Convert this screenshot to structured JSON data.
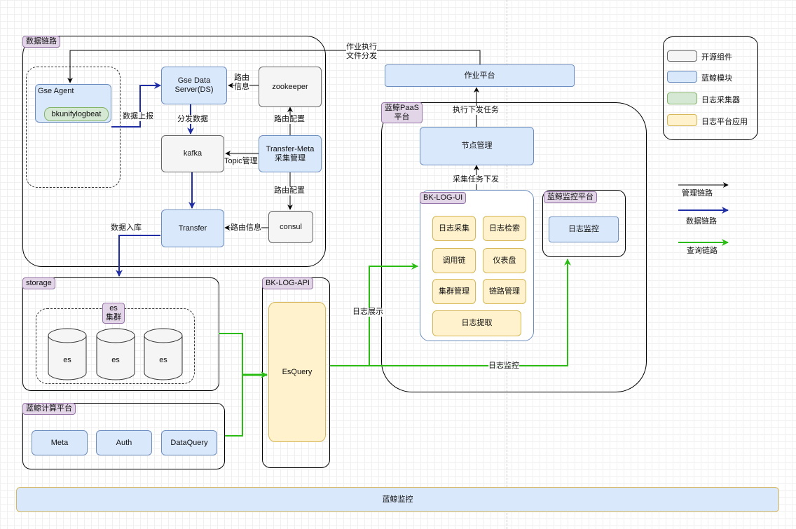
{
  "colors": {
    "open_source": "#f5f5f5",
    "bluewhale_module": "#dae8fc",
    "log_collector": "#d5e8d4",
    "log_platform_app": "#fff2cc",
    "group_tag": "#e1d5e7",
    "manage_link": "#000000",
    "data_link": "#1f2ea5",
    "query_link": "#2bbc14"
  },
  "groups": {
    "data_link": "数据链路",
    "storage": "storage",
    "es_cluster": "es\n集群",
    "compute_platform": "蓝鲸计算平台",
    "bk_log_api": "BK-LOG-API",
    "paas_platform": "蓝鲸PaaS\n平台",
    "bk_log_ui": "BK-LOG-UI",
    "monitor_platform": "蓝鲸监控平台"
  },
  "nodes": {
    "gse_agent": "Gse Agent",
    "bkunifylogbeat": "bkunifylogbeat",
    "gse_data_server": "Gse Data\nServer(DS)",
    "zookeeper": "zookeeper",
    "kafka": "kafka",
    "transfer_meta": "Transfer-Meta\n采集管理",
    "transfer": "Transfer",
    "consul": "consul",
    "es_nodes": [
      "es",
      "es",
      "es"
    ],
    "meta": "Meta",
    "auth": "Auth",
    "dataquery": "DataQuery",
    "esquery": "EsQuery",
    "job_platform": "作业平台",
    "node_management": "节点管理",
    "log_collection": "日志采集",
    "log_search": "日志检索",
    "call_chain": "调用链",
    "dashboard": "仪表盘",
    "cluster_management": "集群管理",
    "link_management": "链路管理",
    "log_extraction": "日志提取",
    "log_monitor": "日志监控",
    "bluewhale_monitor": "蓝鲸监控"
  },
  "edge_labels": {
    "job_exec": "作业执行\n文件分发",
    "route_info_1": "路由\n信息",
    "data_report": "数据上报",
    "distribute_data": "分发数据",
    "route_config_1": "路由配置",
    "topic_management": "Topic管理",
    "route_config_2": "路由配置",
    "route_info_2": "路由信息",
    "data_ingest": "数据入库",
    "exec_dispatch": "执行下发任务",
    "collect_dispatch": "采集任务下发",
    "log_display": "日志展示",
    "log_monitoring": "日志监控"
  },
  "legend": {
    "open_source": "开源组件",
    "bluewhale_module": "蓝鲸模块",
    "log_collector": "日志采集器",
    "log_platform_app": "日志平台应用",
    "manage_link": "管理链路",
    "data_link": "数据链路",
    "query_link": "查询链路"
  }
}
